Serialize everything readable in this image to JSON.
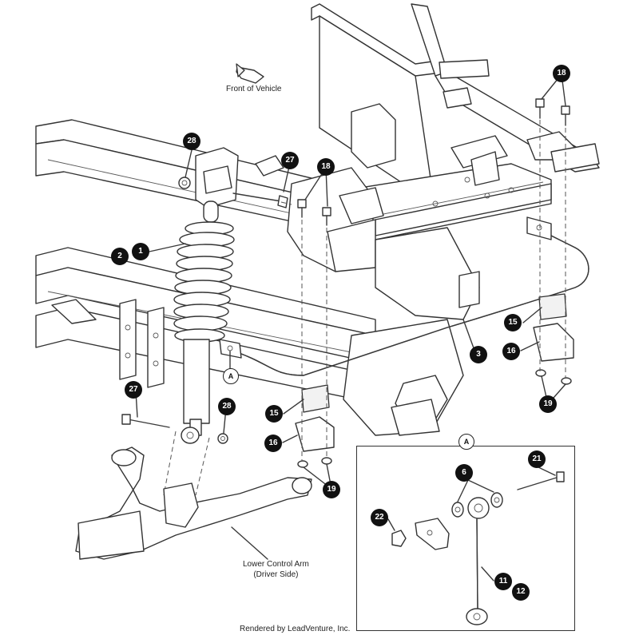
{
  "labels": {
    "front_of_vehicle": "Front of Vehicle",
    "lower_control_arm_line1": "Lower Control Arm",
    "lower_control_arm_line2": "(Driver Side)",
    "detail_ref": "A",
    "watermark": "Rendered by LeadVenture, Inc."
  },
  "callouts": [
    {
      "id": "c28a",
      "text": "28"
    },
    {
      "id": "c27a",
      "text": "27"
    },
    {
      "id": "c18a",
      "text": "18"
    },
    {
      "id": "c18b",
      "text": "18"
    },
    {
      "id": "c2",
      "text": "2"
    },
    {
      "id": "c1",
      "text": "1"
    },
    {
      "id": "c15a",
      "text": "15"
    },
    {
      "id": "c16a",
      "text": "16"
    },
    {
      "id": "c3",
      "text": "3"
    },
    {
      "id": "c19a",
      "text": "19"
    },
    {
      "id": "c27b",
      "text": "27"
    },
    {
      "id": "c28b",
      "text": "28"
    },
    {
      "id": "c15b",
      "text": "15"
    },
    {
      "id": "c16b",
      "text": "16"
    },
    {
      "id": "c19b",
      "text": "19"
    },
    {
      "id": "c21",
      "text": "21"
    },
    {
      "id": "c6",
      "text": "6"
    },
    {
      "id": "c22",
      "text": "22"
    },
    {
      "id": "c11",
      "text": "11"
    },
    {
      "id": "c12",
      "text": "12"
    }
  ]
}
